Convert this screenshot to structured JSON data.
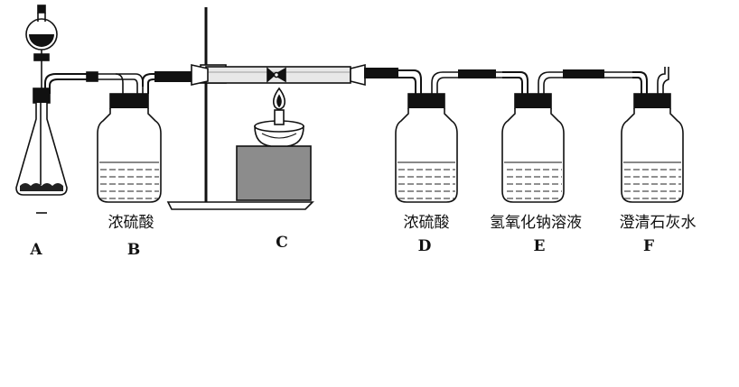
{
  "apparatus": [
    {
      "letter": "A"
    },
    {
      "letter": "B",
      "reagent": "浓硫酸"
    },
    {
      "letter": "C"
    },
    {
      "letter": "D",
      "reagent": "浓硫酸"
    },
    {
      "letter": "E",
      "reagent": "氢氧化钠溶液"
    },
    {
      "letter": "F",
      "reagent": "澄清石灰水"
    }
  ],
  "colors": {
    "line": "#111111",
    "tube_fill": "#e8e8e8",
    "block_fill": "#8c8c8c"
  }
}
